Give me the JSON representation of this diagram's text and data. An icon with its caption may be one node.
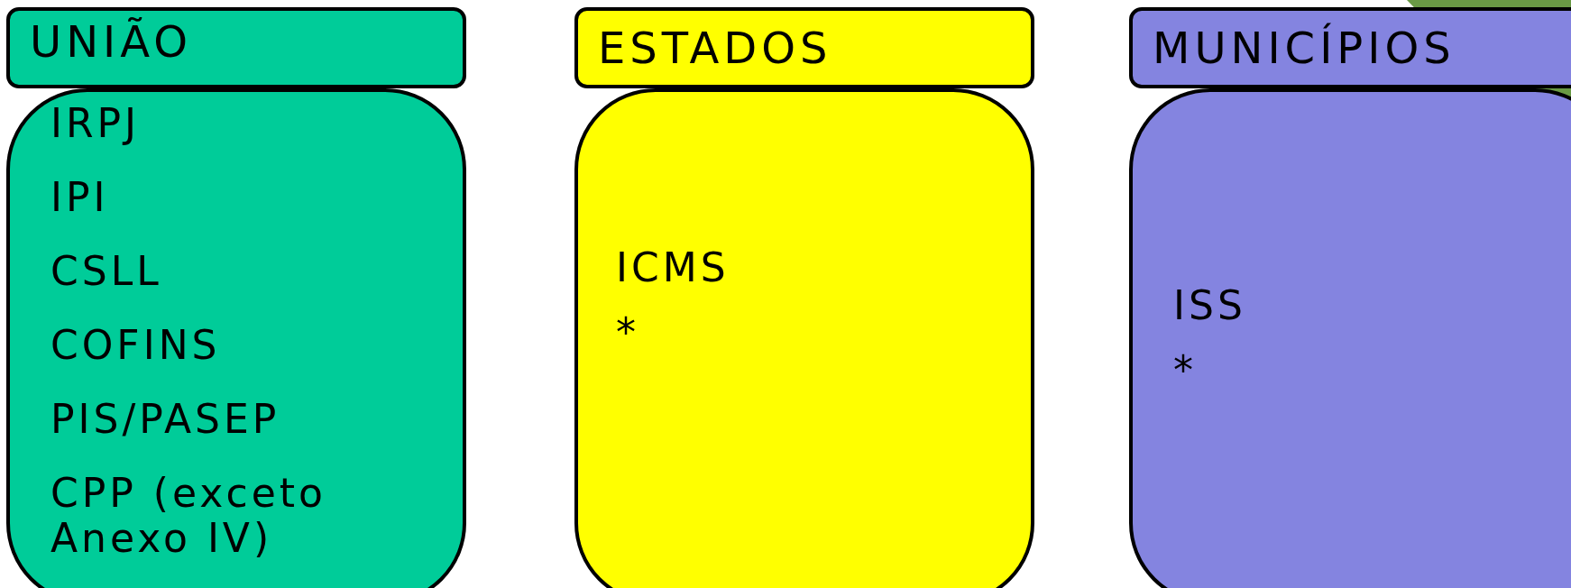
{
  "diagram": {
    "nodes": [
      {
        "text": [
          "UNIÃO"
        ]
      },
      {
        "text": [
          "IRPJ",
          "IPI",
          "CSLL",
          "COFINS",
          "PIS/PASEP",
          "CPP (exceto Anexo IV)"
        ]
      },
      {
        "text": [
          "ESTADOS"
        ]
      },
      {
        "text": [
          "ICMS",
          "*"
        ]
      },
      {
        "text": [
          "MUNICÍPIOS"
        ]
      },
      {
        "text": [
          "ISS",
          "*"
        ]
      }
    ]
  }
}
